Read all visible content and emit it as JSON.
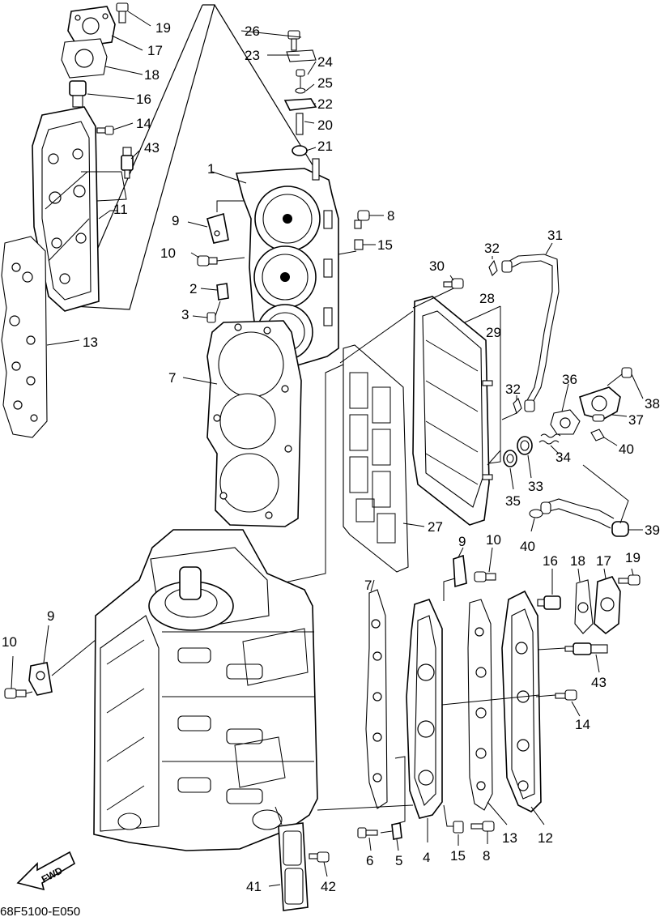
{
  "diagram": {
    "drawing_code": "68F5100-E050",
    "direction_label": "FWD",
    "callouts": [
      {
        "num": "19",
        "name": "callout-19-top"
      },
      {
        "num": "17",
        "name": "callout-17-top"
      },
      {
        "num": "18",
        "name": "callout-18-top"
      },
      {
        "num": "16",
        "name": "callout-16-top"
      },
      {
        "num": "14",
        "name": "callout-14-top"
      },
      {
        "num": "43",
        "name": "callout-43-top"
      },
      {
        "num": "11",
        "name": "callout-11"
      },
      {
        "num": "13",
        "name": "callout-13-left"
      },
      {
        "num": "26",
        "name": "callout-26"
      },
      {
        "num": "23",
        "name": "callout-23"
      },
      {
        "num": "24",
        "name": "callout-24"
      },
      {
        "num": "25",
        "name": "callout-25"
      },
      {
        "num": "22",
        "name": "callout-22"
      },
      {
        "num": "20",
        "name": "callout-20"
      },
      {
        "num": "21",
        "name": "callout-21"
      },
      {
        "num": "1",
        "name": "callout-1"
      },
      {
        "num": "8",
        "name": "callout-8-top"
      },
      {
        "num": "9",
        "name": "callout-9-top"
      },
      {
        "num": "15",
        "name": "callout-15-top"
      },
      {
        "num": "10",
        "name": "callout-10-top"
      },
      {
        "num": "2",
        "name": "callout-2"
      },
      {
        "num": "3",
        "name": "callout-3"
      },
      {
        "num": "7",
        "name": "callout-7-top"
      },
      {
        "num": "32",
        "name": "callout-32-top"
      },
      {
        "num": "31",
        "name": "callout-31"
      },
      {
        "num": "30",
        "name": "callout-30"
      },
      {
        "num": "28",
        "name": "callout-28"
      },
      {
        "num": "29",
        "name": "callout-29"
      },
      {
        "num": "32",
        "name": "callout-32-mid"
      },
      {
        "num": "36",
        "name": "callout-36"
      },
      {
        "num": "38",
        "name": "callout-38"
      },
      {
        "num": "37",
        "name": "callout-37"
      },
      {
        "num": "40",
        "name": "callout-40-top"
      },
      {
        "num": "34",
        "name": "callout-34"
      },
      {
        "num": "33",
        "name": "callout-33"
      },
      {
        "num": "35",
        "name": "callout-35"
      },
      {
        "num": "27",
        "name": "callout-27"
      },
      {
        "num": "40",
        "name": "callout-40-bottom"
      },
      {
        "num": "39",
        "name": "callout-39"
      },
      {
        "num": "9",
        "name": "callout-9-right"
      },
      {
        "num": "10",
        "name": "callout-10-right"
      },
      {
        "num": "16",
        "name": "callout-16-right"
      },
      {
        "num": "18",
        "name": "callout-18-right"
      },
      {
        "num": "17",
        "name": "callout-17-right"
      },
      {
        "num": "19",
        "name": "callout-19-right"
      },
      {
        "num": "9",
        "name": "callout-9-left"
      },
      {
        "num": "7",
        "name": "callout-7-bottom"
      },
      {
        "num": "10",
        "name": "callout-10-left"
      },
      {
        "num": "43",
        "name": "callout-43-right"
      },
      {
        "num": "14",
        "name": "callout-14-right"
      },
      {
        "num": "6",
        "name": "callout-6"
      },
      {
        "num": "5",
        "name": "callout-5"
      },
      {
        "num": "4",
        "name": "callout-4"
      },
      {
        "num": "15",
        "name": "callout-15-bottom"
      },
      {
        "num": "8",
        "name": "callout-8-bottom"
      },
      {
        "num": "13",
        "name": "callout-13-right"
      },
      {
        "num": "12",
        "name": "callout-12"
      },
      {
        "num": "41",
        "name": "callout-41"
      },
      {
        "num": "42",
        "name": "callout-42"
      }
    ]
  }
}
